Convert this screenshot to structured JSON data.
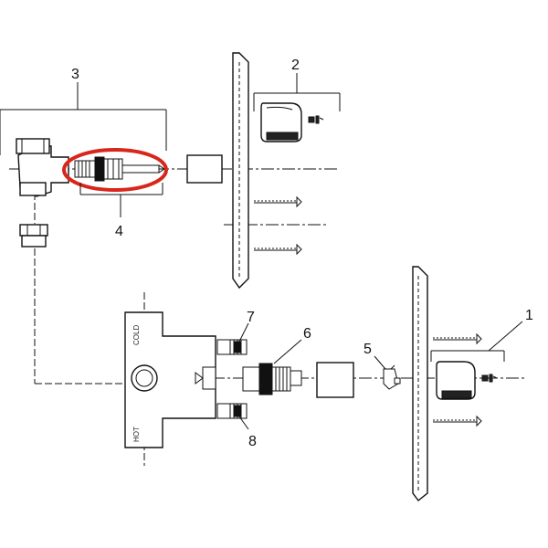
{
  "callouts": {
    "c1": "1",
    "c2": "2",
    "c3": "3",
    "c4": "4",
    "c5": "5",
    "c6": "6",
    "c7": "7",
    "c8": "8"
  },
  "body_labels": {
    "cold": "COLD",
    "hot": "HOT"
  },
  "colors": {
    "highlight": "#d9261c",
    "line": "#111111"
  }
}
